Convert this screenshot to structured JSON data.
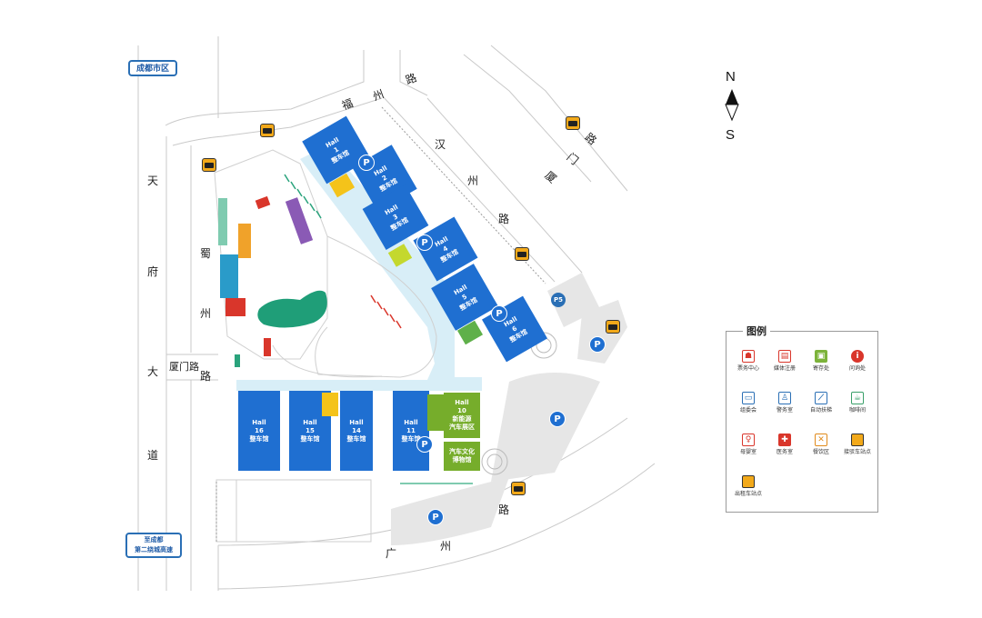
{
  "map": {
    "top_left_sign": "成都市区",
    "bottom_left_sign_line1": "至成都",
    "bottom_left_sign_line2": "第二绕城高速",
    "road_tianfu": [
      "天",
      "府",
      "大",
      "道"
    ],
    "road_shuzhou_vertical": [
      "蜀",
      "州"
    ],
    "road_xiamen_lu": "厦门路",
    "road_xiamen_lu_lu": "路",
    "road_fuzhou": [
      "福",
      "州",
      "路"
    ],
    "road_hanzhou": [
      "汉",
      "州",
      "路"
    ],
    "road_xiamen_east": [
      "厦",
      "门",
      "路"
    ],
    "road_guangzhou": [
      "广",
      "州",
      "路"
    ],
    "compass": {
      "north": "N",
      "south": "S"
    }
  },
  "halls": [
    {
      "id": "hall-1",
      "lines": [
        "Hall",
        "1",
        "整车馆"
      ]
    },
    {
      "id": "hall-2",
      "lines": [
        "Hall",
        "2",
        "整车馆"
      ]
    },
    {
      "id": "hall-3",
      "lines": [
        "Hall",
        "3",
        "整车馆"
      ]
    },
    {
      "id": "hall-4",
      "lines": [
        "Hall",
        "4",
        "整车馆"
      ]
    },
    {
      "id": "hall-5",
      "lines": [
        "Hall",
        "5",
        "整车馆"
      ]
    },
    {
      "id": "hall-6",
      "lines": [
        "Hall",
        "6",
        "整车馆"
      ]
    },
    {
      "id": "hall-16",
      "lines": [
        "Hall",
        "16",
        "整车馆"
      ]
    },
    {
      "id": "hall-15",
      "lines": [
        "Hall",
        "15",
        "整车馆"
      ]
    },
    {
      "id": "hall-14",
      "lines": [
        "Hall",
        "14",
        "整车馆"
      ]
    },
    {
      "id": "hall-11",
      "lines": [
        "Hall",
        "11",
        "整车馆"
      ]
    },
    {
      "id": "hall-10",
      "lines": [
        "Hall",
        "10",
        "新能源",
        "汽车展区"
      ]
    }
  ],
  "museum": [
    "汽车文化",
    "博物馆"
  ],
  "legend": {
    "title": "图例",
    "items": [
      {
        "label": "票务中心",
        "color": "#d9362b"
      },
      {
        "label": "媒体注册",
        "color": "#d9362b"
      },
      {
        "label": "寄存处",
        "color": "#7cb33a"
      },
      {
        "label": "问询处",
        "color": "#d9362b"
      },
      {
        "label": "组委会",
        "color": "#2a6fb5"
      },
      {
        "label": "警务室",
        "color": "#2a6fb5"
      },
      {
        "label": "自动扶梯",
        "color": "#2a6fb5"
      },
      {
        "label": "咖啡间",
        "color": "#3aa06a"
      },
      {
        "label": "母婴室",
        "color": "#d9362b"
      },
      {
        "label": "医务室",
        "color": "#d9362b"
      },
      {
        "label": "餐饮区",
        "color": "#e08a1b"
      },
      {
        "label": "接驳车站点",
        "color": "#f2a91a"
      },
      {
        "label": "出租车站点",
        "color": "#f2a91a"
      }
    ]
  },
  "colors": {
    "hall_blue": "#1f6fd1",
    "green": "#76ad2b",
    "plaza": "#d8eef7",
    "road_line": "#bdbdbd",
    "parking_gray": "#e6e6e6",
    "lawn": "#1f9e78",
    "bus_yellow": "#f2a91a"
  }
}
